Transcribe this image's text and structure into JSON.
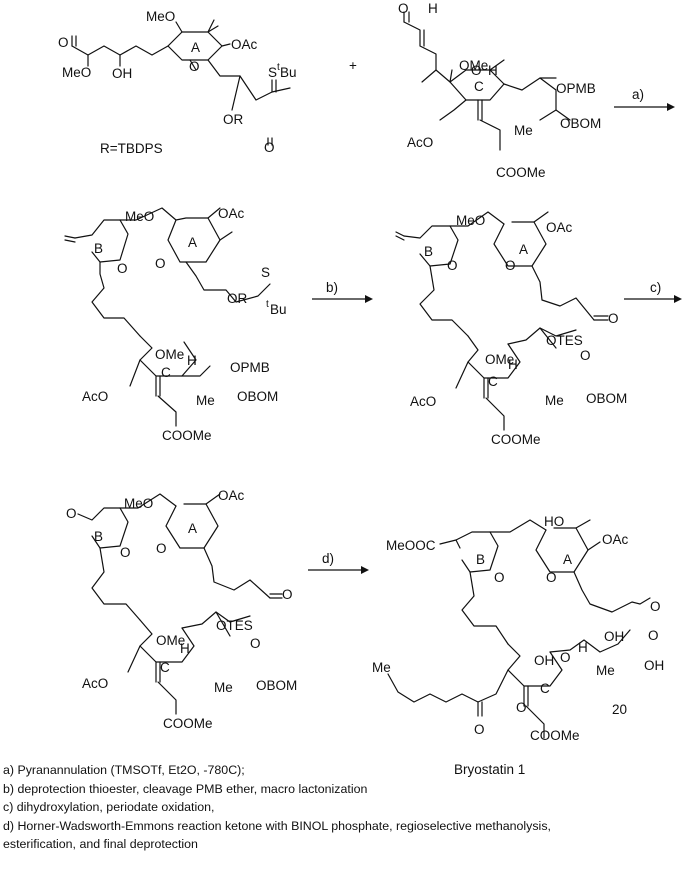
{
  "reagent_plus": "+",
  "r_definition": "R=TBDPS",
  "compound_20_label": "20",
  "product_name": "Bryostatin 1",
  "steps": [
    {
      "tag": "a)",
      "text": "a) Pyranannulation (TMSOTf, Et2O, -780C);"
    },
    {
      "tag": "b)",
      "text": "b) deprotection thioester, cleavage PMB ether, macro lactonization"
    },
    {
      "tag": "c)",
      "text": "c) dihydroxylation, periodate oxidation,"
    },
    {
      "tag": "d)",
      "text": "d) Horner-Wadsworth-Emmons reaction ketone with BINOL phosphate, regioselective methanolysis,"
    },
    {
      "tag": "",
      "text": "esterification, and final deprotection"
    }
  ],
  "ring_labels": {
    "A": "A",
    "B": "B",
    "C": "C"
  },
  "groups": {
    "MeO": "MeO",
    "OAc": "OAc",
    "AcO": "AcO",
    "OMe": "OMe",
    "OH": "OH",
    "HO": "HO",
    "H": "H",
    "OPMB": "OPMB",
    "OBOM": "OBOM",
    "Me": "Me",
    "COOMe": "COOMe",
    "MeOOC": "MeOOC",
    "OR": "OR",
    "StBu": "S",
    "tBu": "t",
    "Bu": "Bu",
    "OTES": "OTES",
    "O": "O"
  }
}
